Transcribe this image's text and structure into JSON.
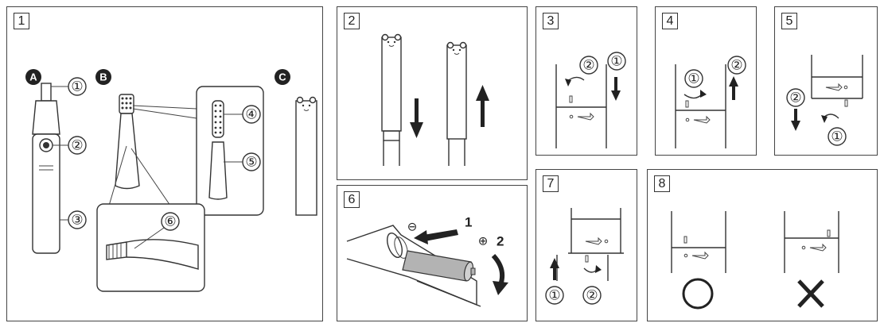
{
  "panels": [
    {
      "number": "1"
    },
    {
      "number": "2"
    },
    {
      "number": "3"
    },
    {
      "number": "4"
    },
    {
      "number": "5"
    },
    {
      "number": "6"
    },
    {
      "number": "7"
    },
    {
      "number": "8"
    }
  ],
  "panel1": {
    "badges": [
      "A",
      "B",
      "C"
    ],
    "callouts": [
      "①",
      "②",
      "③",
      "④",
      "⑤",
      "⑥"
    ]
  },
  "panel3": {
    "callouts": [
      "②",
      "①"
    ]
  },
  "panel4": {
    "callouts": [
      "①",
      "②"
    ]
  },
  "panel5": {
    "callouts": [
      "②",
      "①"
    ]
  },
  "panel6": {
    "steps": [
      "1",
      "2"
    ],
    "minus": "⊖",
    "plus": "⊕"
  },
  "panel7": {
    "callouts": [
      "①",
      "②"
    ]
  },
  "panel8": {
    "result_ok": "○",
    "result_ng": "✕"
  },
  "colors": {
    "line": "#333333",
    "battery": "#b3b3b3",
    "badge": "#222222"
  }
}
